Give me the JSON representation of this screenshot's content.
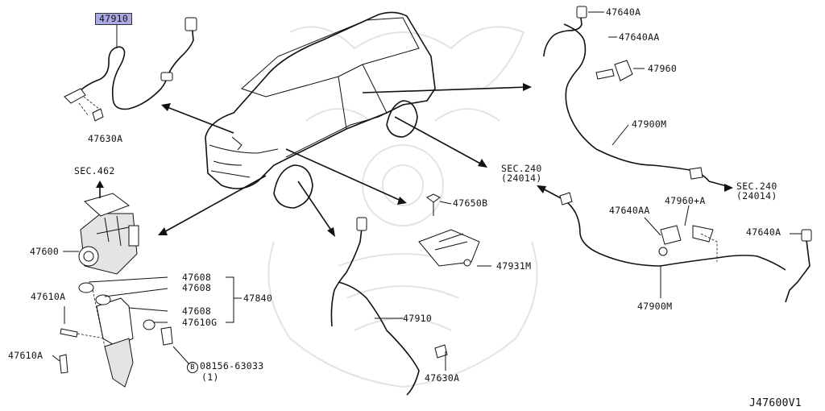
{
  "labels": {
    "p47910_top": "47910",
    "p47630A_left": "47630A",
    "sec462": "SEC.462",
    "p47600": "47600",
    "p47608_a": "47608",
    "p47608_b": "47608",
    "p47840": "47840",
    "p47610A_a": "47610A",
    "p47608_c": "47608",
    "p47610G": "47610G",
    "p47610A_b": "47610A",
    "bolt_num": "08156-63033",
    "bolt_qty": "(1)",
    "bolt_mark": "B",
    "p47650B": "47650B",
    "p47931M": "47931M",
    "p47910_mid": "47910",
    "p47630A_mid": "47630A",
    "p47640A_top": "47640A",
    "p47640AA_top": "47640AA",
    "p47960": "47960",
    "p47900M_top": "47900M",
    "sec240_mid_a": "SEC.240",
    "sec240_mid_b": "(24014)",
    "sec240_right_a": "SEC.240",
    "sec240_right_b": "(24014)",
    "p47640AA_mid": "47640AA",
    "p47960A": "47960+A",
    "p47640A_right": "47640A",
    "p47900M_bot": "47900M",
    "diagram_id": "J47600V1"
  }
}
